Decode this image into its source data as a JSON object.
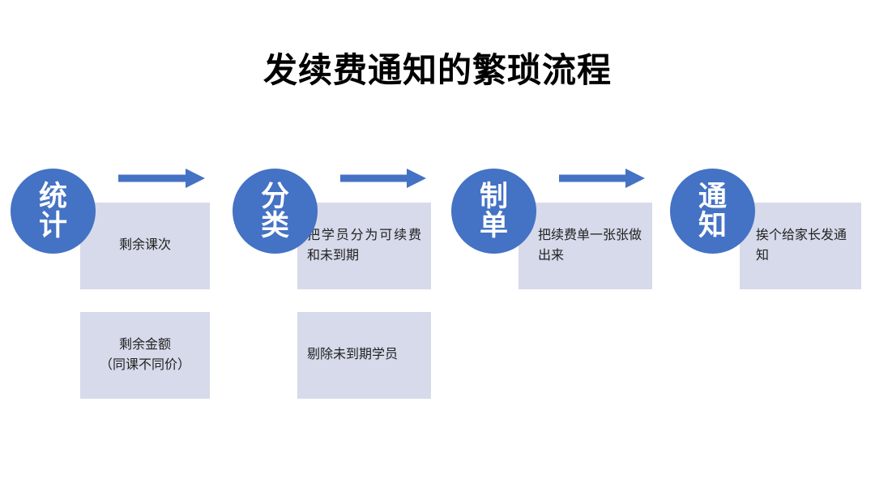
{
  "title": "发续费通知的繁琐流程",
  "theme": {
    "circle_color": "#4472C4",
    "box_color": "#D6DAEA",
    "arrow_color": "#4472C4",
    "title_color": "#000000",
    "text_color": "#222222",
    "background": "#FFFFFF"
  },
  "steps": [
    {
      "circle_label": "统计",
      "boxes": [
        {
          "text": "剩余课次"
        },
        {
          "text": "剩余金额\n（同课不同价）"
        }
      ]
    },
    {
      "circle_label": "分类",
      "boxes": [
        {
          "text": "把学员分为可续费和未到期"
        },
        {
          "text": "剔除未到期学员"
        }
      ]
    },
    {
      "circle_label": "制单",
      "boxes": [
        {
          "text": "把续费单一张张做出来"
        }
      ]
    },
    {
      "circle_label": "通知",
      "boxes": [
        {
          "text": "挨个给家长发通知"
        }
      ]
    }
  ],
  "arrows": [
    {
      "name": "arrow-statistics-to-classify"
    },
    {
      "name": "arrow-classify-to-billing"
    },
    {
      "name": "arrow-billing-to-notify"
    }
  ]
}
